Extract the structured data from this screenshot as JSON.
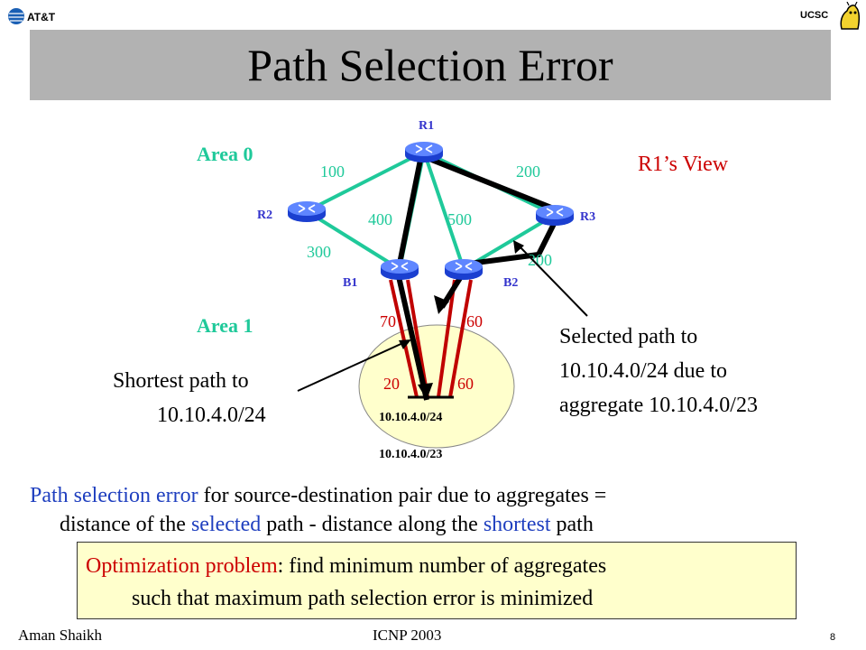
{
  "header": {
    "logo_left": "AT&T",
    "logo_right": "UCSC",
    "title": "Path Selection Error"
  },
  "diagram": {
    "colors": {
      "area0_link": "#1fc99a",
      "area1_link": "#c00000",
      "path": "#000000",
      "router_label": "#3333cc",
      "area_label": "#1fc99a",
      "weight": "#1fc99a",
      "area1_weight": "#cc0000"
    },
    "routers": [
      "R1",
      "R2",
      "R3",
      "B1",
      "B2"
    ],
    "areas": [
      "Area 0",
      "Area 1"
    ],
    "view_label": "R1’s View",
    "link_weights": {
      "r1_r2": "100",
      "r1_r3": "200",
      "r1_b1": "400",
      "r1_b2": "500",
      "r2_b1": "300",
      "r3_b2": "200",
      "b1_area1": "70",
      "b2_area1": "60",
      "b1_subnet": "20",
      "b2_subnet": "60"
    },
    "subnet_24": "10.10.4.0/24",
    "subnet_23": "10.10.4.0/23",
    "annotations": {
      "shortest": [
        "Shortest path to",
        "10.10.4.0/24"
      ],
      "selected": [
        "Selected path to",
        "10.10.4.0/24 due to",
        "aggregate 10.10.4.0/23"
      ]
    }
  },
  "definition": {
    "term": "Path selection error",
    "line1_rest": " for source-destination pair due to aggregates =",
    "line2_a": "distance of the ",
    "selected": "selected",
    "line2_b": " path - distance along the ",
    "shortest": "shortest",
    "line2_c": " path"
  },
  "optimization": {
    "term": "Optimization problem",
    "line1_rest": ": find minimum number of aggregates",
    "line2": "such that maximum path selection error is minimized"
  },
  "footer": {
    "author": "Aman Shaikh",
    "venue": "ICNP 2003",
    "page": "8"
  }
}
